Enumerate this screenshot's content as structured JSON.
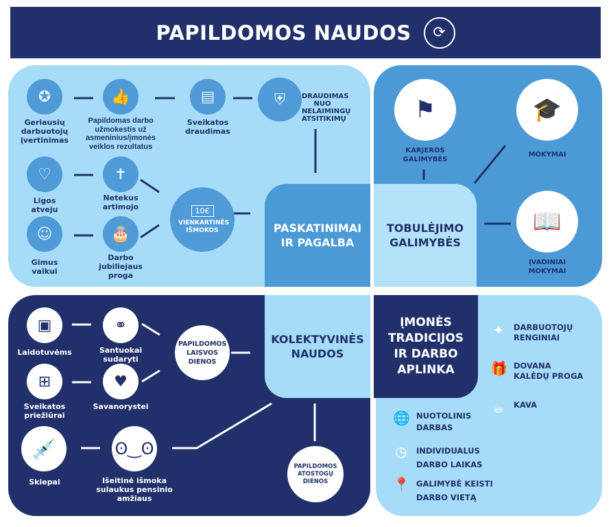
{
  "header": {
    "title": "PAPILDOMOS NAUDOS",
    "icon": "hand-coin-icon"
  },
  "paskatinimai": {
    "title_l1": "PASKATINIMAI",
    "title_l2": "IR PAGALBA",
    "items": [
      {
        "label": "Geriausių darbuotojų įvertinimas",
        "icon": "award-icon"
      },
      {
        "label": "Papildomas darbo užmokestis už asmeninius/įmonės veiklos rezultatus",
        "icon": "thumbs-up-icon"
      },
      {
        "label": "Sveikatos draudimas",
        "icon": "certificate-icon"
      },
      {
        "label": "DRAUDIMAS NUO NELAIMINGŲ ATSITIKIMŲ",
        "icon": "shield-hands-icon"
      },
      {
        "label": "Ligos atveju",
        "icon": "heart-pulse-icon"
      },
      {
        "label": "Netekus artimojo",
        "icon": "tombstone-icon"
      },
      {
        "label": "Gimus vaikui",
        "icon": "baby-icon"
      },
      {
        "label": "Darbo jubiliejaus proga",
        "icon": "cake-icon"
      },
      {
        "label": "VIENKARTINĖS IŠMOKOS",
        "badge": "10€",
        "icon": "money-hand-icon"
      }
    ]
  },
  "tobulejimo": {
    "title_l1": "TOBULĖJIMO",
    "title_l2": "GALIMYBĖS",
    "items": [
      {
        "label": "KARJEROS GALIMYBĖS",
        "icon": "stairs-flag-icon"
      },
      {
        "label": "MOKYMAI",
        "icon": "graduation-cap-icon"
      },
      {
        "label": "ĮVADINIAI MOKYMAI",
        "icon": "open-book-icon"
      }
    ]
  },
  "kolektyvines": {
    "title_l1": "KOLEKTYVINĖS",
    "title_l2": "NAUDOS",
    "items": [
      {
        "label": "Laidotuvėms",
        "icon": "portrait-icon"
      },
      {
        "label": "Santuokai sudaryti",
        "icon": "rings-icon"
      },
      {
        "label": "Sveikatos priežiūrai",
        "icon": "first-aid-icon"
      },
      {
        "label": "Savanorystei",
        "icon": "handshake-heart-icon"
      },
      {
        "label": "Skiepai",
        "icon": "syringe-icon"
      },
      {
        "label": "Išeitinė išmoka sulaukus pensinio amžiaus",
        "icon": "glasses-mustache-icon"
      },
      {
        "label": "PAPILDOMOS LAISVOS DIENOS"
      },
      {
        "label": "PAPILDOMOS ATOSTOGŲ DIENOS"
      }
    ]
  },
  "imones": {
    "title": [
      "ĮMONĖS",
      "TRADICIJOS",
      "IR DARBO",
      "APLINKA"
    ],
    "items": [
      {
        "l1": "DARBUOTOJŲ",
        "l2": "RENGINIAI",
        "icon": "party-popper-icon"
      },
      {
        "l1": "DOVANA",
        "l2": "KALĖDŲ PROGA",
        "icon": "gift-icon"
      },
      {
        "l1": "KAVA",
        "l2": "",
        "icon": "coffee-cup-icon"
      },
      {
        "l1": "NUOTOLINIS",
        "l2": "DARBAS",
        "icon": "globe-icon"
      },
      {
        "l1": "INDIVIDUALUS",
        "l2": "DARBO LAIKAS",
        "icon": "clock-icon"
      },
      {
        "l1": "GALIMYBĖ KEISTI",
        "l2": "DARBO VIETĄ",
        "icon": "location-pin-icon"
      }
    ]
  },
  "colors": {
    "navy": "#21306a",
    "light": "#a6dcf7",
    "mid": "#4b9ad6"
  }
}
